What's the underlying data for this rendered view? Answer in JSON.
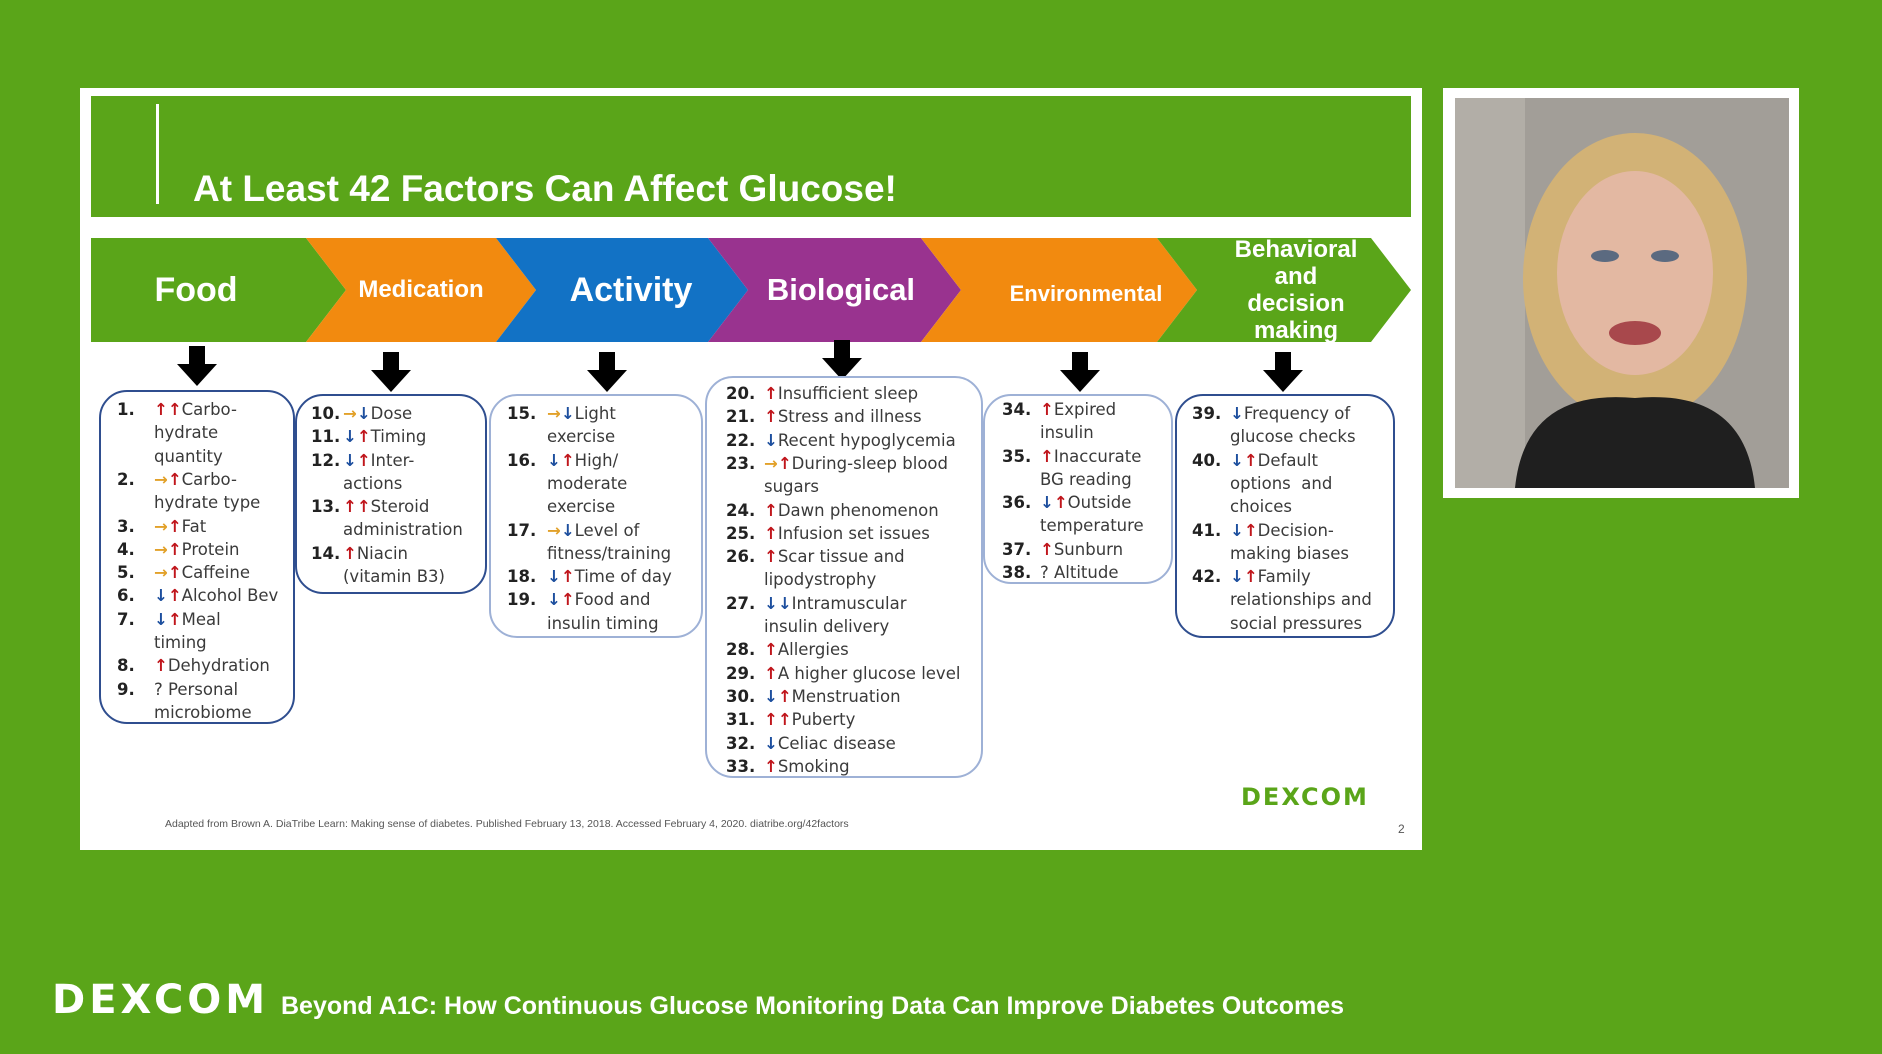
{
  "slide": {
    "title": "At Least 42 Factors Can Affect Glucose!",
    "categories": [
      {
        "label": "Food",
        "color": "#5aa519"
      },
      {
        "label": "Medication",
        "color": "#f28a0f"
      },
      {
        "label": "Activity",
        "color": "#1272c5"
      },
      {
        "label": "Biological",
        "color": "#99338f"
      },
      {
        "label": "Environmental",
        "color": "#f28a0f"
      },
      {
        "label": "Behavioral and decision making",
        "color": "#5aa519"
      }
    ],
    "lists": [
      {
        "name": "food",
        "items": [
          {
            "num": "1.",
            "arrows": [
              "up",
              "up"
            ],
            "text": "Carbo-\nhydrate\nquantity"
          },
          {
            "num": "2.",
            "arrows": [
              "right",
              "up"
            ],
            "text": "Carbo-\nhydrate type"
          },
          {
            "num": "3.",
            "arrows": [
              "right",
              "up"
            ],
            "text": "Fat"
          },
          {
            "num": "4.",
            "arrows": [
              "right",
              "up"
            ],
            "text": "Protein"
          },
          {
            "num": "5.",
            "arrows": [
              "right",
              "up"
            ],
            "text": "Caffeine"
          },
          {
            "num": "6.",
            "arrows": [
              "down",
              "up"
            ],
            "text": "Alcohol Bev"
          },
          {
            "num": "7.",
            "arrows": [
              "down",
              "up"
            ],
            "text": "Meal\ntiming"
          },
          {
            "num": "8.",
            "arrows": [
              "up"
            ],
            "text": "Dehydration"
          },
          {
            "num": "9.",
            "arrows": [],
            "text": "? Personal\nmicrobiome"
          }
        ]
      },
      {
        "name": "medication",
        "items": [
          {
            "num": "10.",
            "arrows": [
              "right",
              "down"
            ],
            "text": "Dose"
          },
          {
            "num": "11.",
            "arrows": [
              "down",
              "up"
            ],
            "text": "Timing"
          },
          {
            "num": "12.",
            "arrows": [
              "down",
              "up"
            ],
            "text": "Inter-\nactions"
          },
          {
            "num": "13.",
            "arrows": [
              "up",
              "up"
            ],
            "text": "Steroid\nadministration"
          },
          {
            "num": "14.",
            "arrows": [
              "up"
            ],
            "text": "Niacin\n(vitamin B3)"
          }
        ]
      },
      {
        "name": "activity",
        "items": [
          {
            "num": "15.",
            "arrows": [
              "right",
              "down"
            ],
            "text": "Light\nexercise"
          },
          {
            "num": "16.",
            "arrows": [
              "down",
              "up"
            ],
            "text": "High/\nmoderate\nexercise"
          },
          {
            "num": "17.",
            "arrows": [
              "right",
              "down"
            ],
            "text": "Level of\nfitness/training"
          },
          {
            "num": "18.",
            "arrows": [
              "down",
              "up"
            ],
            "text": "Time of day"
          },
          {
            "num": "19.",
            "arrows": [
              "down",
              "up"
            ],
            "text": "Food and\ninsulin timing"
          }
        ]
      },
      {
        "name": "biological",
        "items": [
          {
            "num": "20.",
            "arrows": [
              "up"
            ],
            "text": "Insufficient sleep"
          },
          {
            "num": "21.",
            "arrows": [
              "up"
            ],
            "text": "Stress and illness"
          },
          {
            "num": "22.",
            "arrows": [
              "down"
            ],
            "text": "Recent hypoglycemia"
          },
          {
            "num": "23.",
            "arrows": [
              "right",
              "up"
            ],
            "text": "During-sleep blood\nsugars"
          },
          {
            "num": "24.",
            "arrows": [
              "up"
            ],
            "text": "Dawn phenomenon"
          },
          {
            "num": "25.",
            "arrows": [
              "up"
            ],
            "text": "Infusion set issues"
          },
          {
            "num": "26.",
            "arrows": [
              "up"
            ],
            "text": "Scar tissue and\nlipodystrophy"
          },
          {
            "num": "27.",
            "arrows": [
              "down",
              "down"
            ],
            "text": "Intramuscular\ninsulin delivery"
          },
          {
            "num": "28.",
            "arrows": [
              "up"
            ],
            "text": "Allergies"
          },
          {
            "num": "29.",
            "arrows": [
              "up"
            ],
            "text": "A higher glucose level"
          },
          {
            "num": "30.",
            "arrows": [
              "down",
              "up"
            ],
            "text": "Menstruation"
          },
          {
            "num": "31.",
            "arrows": [
              "up",
              "up"
            ],
            "text": "Puberty"
          },
          {
            "num": "32.",
            "arrows": [
              "down"
            ],
            "text": "Celiac disease"
          },
          {
            "num": "33.",
            "arrows": [
              "up"
            ],
            "text": "Smoking"
          }
        ]
      },
      {
        "name": "environmental",
        "items": [
          {
            "num": "34.",
            "arrows": [
              "up"
            ],
            "text": "Expired\ninsulin"
          },
          {
            "num": "35.",
            "arrows": [
              "up"
            ],
            "text": "Inaccurate\nBG reading"
          },
          {
            "num": "36.",
            "arrows": [
              "down",
              "up"
            ],
            "text": "Outside\ntemperature"
          },
          {
            "num": "37.",
            "arrows": [
              "up"
            ],
            "text": "Sunburn"
          },
          {
            "num": "38.",
            "arrows": [],
            "text": "? Altitude"
          }
        ]
      },
      {
        "name": "behavioral",
        "items": [
          {
            "num": "39.",
            "arrows": [
              "down"
            ],
            "text": "Frequency of\nglucose checks"
          },
          {
            "num": "40.",
            "arrows": [
              "down",
              "up"
            ],
            "text": "Default\noptions  and\nchoices"
          },
          {
            "num": "41.",
            "arrows": [
              "down",
              "up"
            ],
            "text": "Decision-\nmaking biases"
          },
          {
            "num": "42.",
            "arrows": [
              "down",
              "up"
            ],
            "text": "Family\nrelationships and\nsocial pressures"
          }
        ]
      }
    ],
    "logo": "DEXCOM",
    "citation": "Adapted from Brown A. DiaTribe Learn: Making sense of diabetes. Published  February 13, 2018. Accessed February 4, 2020. diatribe.org/42factors",
    "page_number": "2"
  },
  "footer": {
    "logo": "DEXCOM",
    "title": "Beyond A1C: How Continuous Glucose Monitoring Data Can Improve Diabetes Outcomes"
  },
  "colors": {
    "background": "#5aa519",
    "arrow_up": "#c0161c",
    "arrow_down": "#1d4f9e",
    "arrow_right": "#e2a12a",
    "list_border": "#2f4e8f"
  }
}
